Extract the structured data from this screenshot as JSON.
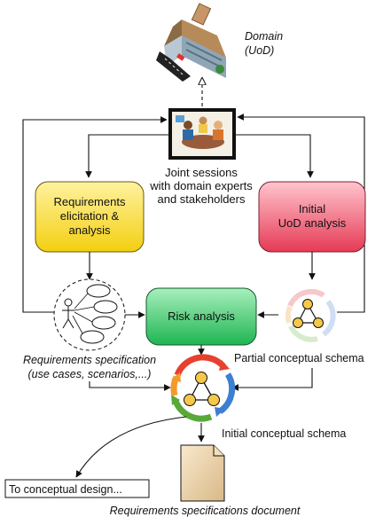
{
  "domain": {
    "line1": "Domain",
    "line2": "(UoD)"
  },
  "joint_sessions": {
    "line1": "Joint sessions",
    "line2": "with domain experts",
    "line3": "and stakeholders"
  },
  "requirements_box": {
    "line1": "Requirements",
    "line2": "elicitation &",
    "line3": "analysis"
  },
  "uod_box": {
    "line1": "Initial",
    "line2": "UoD analysis"
  },
  "risk_box": {
    "label": "Risk analysis"
  },
  "req_spec": {
    "line1": "Requirements specification",
    "line2": "(use cases, scenarios,...)"
  },
  "partial_schema": {
    "label": "Partial conceptual schema"
  },
  "initial_schema": {
    "label": "Initial conceptual schema"
  },
  "conceptual_design": {
    "label": "To conceptual design..."
  },
  "req_doc": {
    "label": "Requirements specifications document"
  },
  "colors": {
    "requirements_box": "#f7da2a",
    "uod_box": "#ee5a70",
    "risk_box": "#35c467",
    "node_fill": "#f5c84a",
    "cycle_red": "#e8402e",
    "cycle_blue": "#3d7fd1",
    "cycle_green": "#58a83a",
    "cycle_orange": "#f39a2a"
  }
}
